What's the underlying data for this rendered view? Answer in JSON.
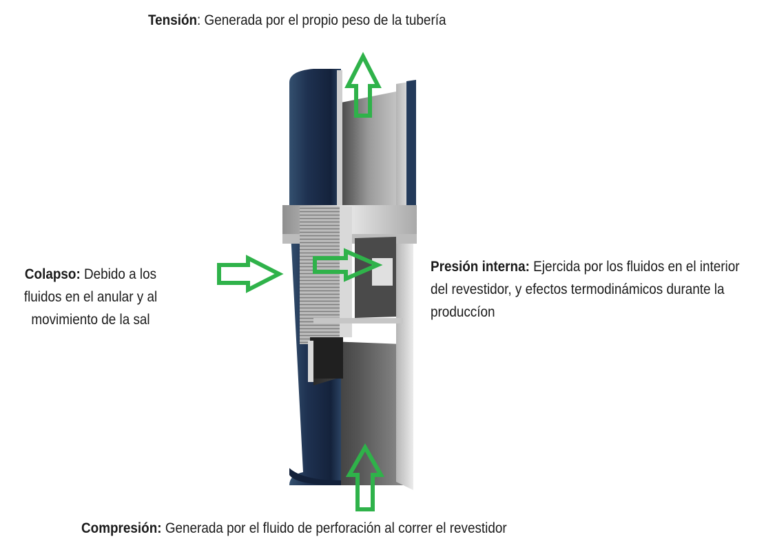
{
  "labels": {
    "tension": {
      "title": "Tensión",
      "text": ": Generada por el propio peso de la tubería"
    },
    "colapso": {
      "title": "Colapso:",
      "text": " Debido a los fluidos en el anular y al movimiento de la sal"
    },
    "presion": {
      "title": "Presión interna:",
      "text": " Ejercida por los fluidos en el interior del revestidor, y efectos termodinámicos durante la produccíon"
    },
    "compresion": {
      "title": "Compresión:",
      "text": " Generada por el fluido de perforación al correr el revestidor"
    }
  },
  "colors": {
    "arrow": "#2fb24a",
    "pipe_outer": "#1f3352",
    "pipe_inner": "#8d8d8d",
    "coupling": "#c8c8c8"
  },
  "icons": [
    "arrow-up-icon",
    "arrow-right-icon",
    "arrow-right-icon",
    "arrow-up-icon"
  ]
}
